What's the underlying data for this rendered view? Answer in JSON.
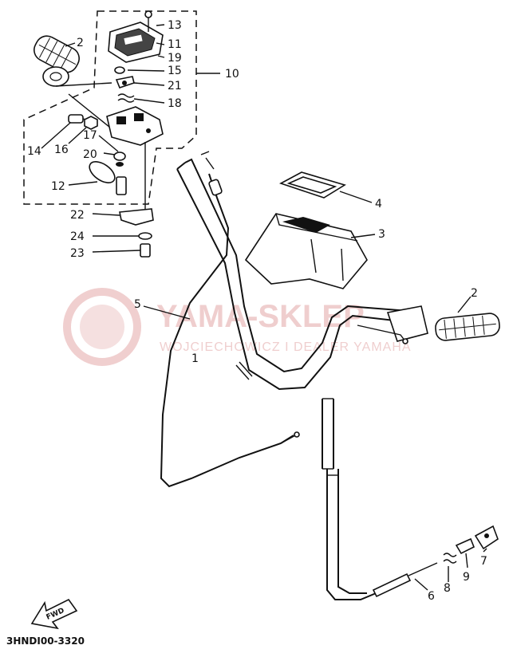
{
  "diagram_code": "3HNDI00-3320",
  "fwd_label": "FWD",
  "watermark": {
    "title": "YAMA-SKLEP",
    "subtitle": "WOJCIECHOWICZ I DEALER YAMAHA"
  },
  "part_labels": {
    "p1": "1",
    "p2a": "2",
    "p2b": "2",
    "p3": "3",
    "p4": "4",
    "p5": "5",
    "p6": "6",
    "p7": "7",
    "p8": "8",
    "p9": "9",
    "p10": "10",
    "p11": "11",
    "p12": "12",
    "p13": "13",
    "p14": "14",
    "p15": "15",
    "p16": "16",
    "p17": "17",
    "p18": "18",
    "p19": "19",
    "p20": "20",
    "p21": "21",
    "p22": "22",
    "p23": "23",
    "p24": "24"
  },
  "colors": {
    "line": "#111111",
    "watermark": "#e3a7a7"
  }
}
